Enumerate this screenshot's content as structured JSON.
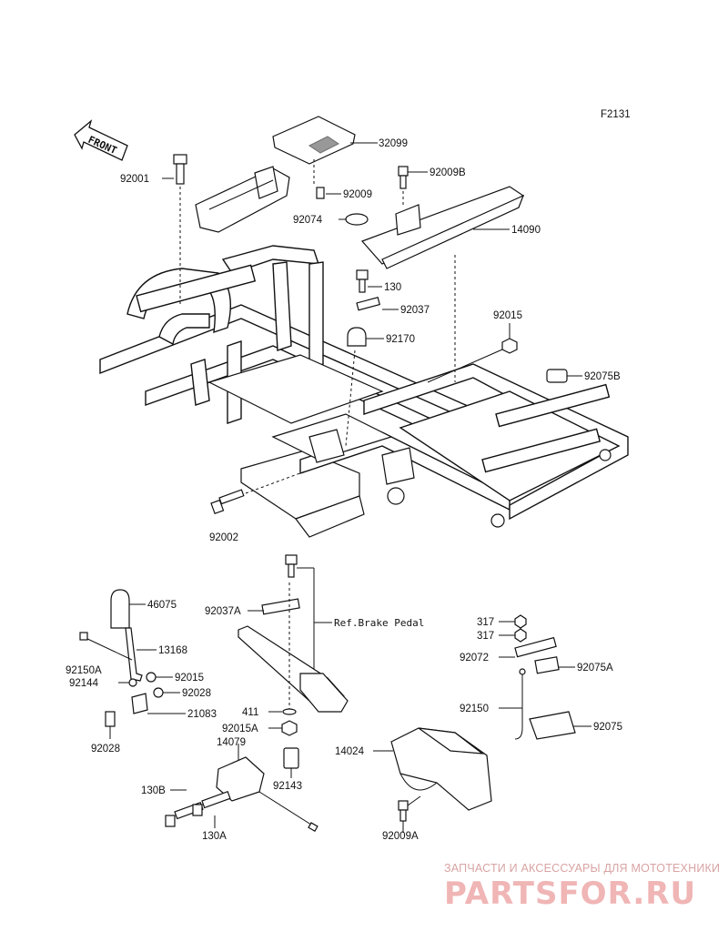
{
  "figure_code": "F2131",
  "front_arrow_text": "FRONT",
  "reference_note": "Ref.Brake Pedal",
  "part_labels": [
    {
      "id": "p32099",
      "text": "32099"
    },
    {
      "id": "p92009B",
      "text": "92009B"
    },
    {
      "id": "p92001",
      "text": "92001"
    },
    {
      "id": "p92009",
      "text": "92009"
    },
    {
      "id": "p92074",
      "text": "92074"
    },
    {
      "id": "p14090",
      "text": "14090"
    },
    {
      "id": "p130top",
      "text": "130"
    },
    {
      "id": "p92037",
      "text": "92037"
    },
    {
      "id": "p92015top",
      "text": "92015"
    },
    {
      "id": "p92170",
      "text": "92170"
    },
    {
      "id": "p92075B",
      "text": "92075B"
    },
    {
      "id": "p92002",
      "text": "92002"
    },
    {
      "id": "p46075",
      "text": "46075"
    },
    {
      "id": "p92037A",
      "text": "92037A"
    },
    {
      "id": "p13168",
      "text": "13168"
    },
    {
      "id": "p92150A",
      "text": "92150A"
    },
    {
      "id": "p92144",
      "text": "92144"
    },
    {
      "id": "p92015mid",
      "text": "92015"
    },
    {
      "id": "p92028a",
      "text": "92028"
    },
    {
      "id": "p21083",
      "text": "21083"
    },
    {
      "id": "p92028b",
      "text": "92028"
    },
    {
      "id": "p411",
      "text": "411"
    },
    {
      "id": "p92015A",
      "text": "92015A"
    },
    {
      "id": "p14079",
      "text": "14079"
    },
    {
      "id": "p92143",
      "text": "92143"
    },
    {
      "id": "p130B",
      "text": "130B"
    },
    {
      "id": "p130A",
      "text": "130A"
    },
    {
      "id": "p317a",
      "text": "317"
    },
    {
      "id": "p317b",
      "text": "317"
    },
    {
      "id": "p92072",
      "text": "92072"
    },
    {
      "id": "p92075A",
      "text": "92075A"
    },
    {
      "id": "p92150",
      "text": "92150"
    },
    {
      "id": "p92075",
      "text": "92075"
    },
    {
      "id": "p14024",
      "text": "14024"
    },
    {
      "id": "p92009A",
      "text": "92009A"
    }
  ],
  "watermark": {
    "line1": "ЗАПЧАСТИ И АКСЕССУАРЫ ДЛЯ МОТОТЕХНИКИ",
    "line2": "PARTSFOR.RU"
  }
}
